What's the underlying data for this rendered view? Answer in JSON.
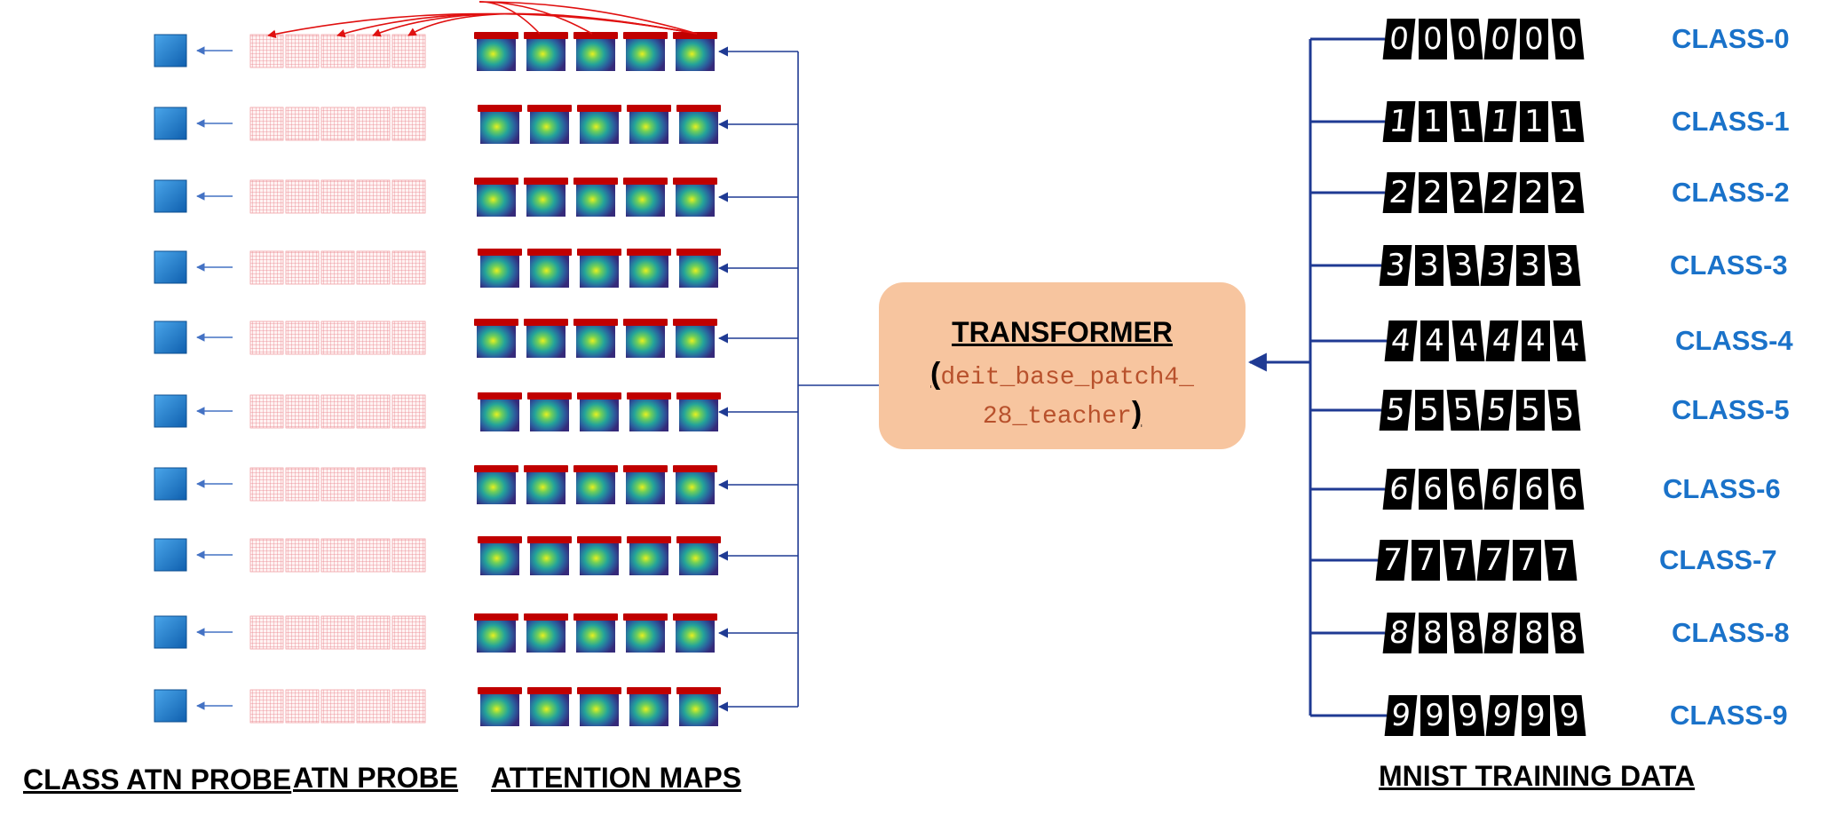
{
  "captions": {
    "class_atn_probe": "CLASS ATN PROBE",
    "atn_probe": "ATN PROBE",
    "attention_maps": "ATTENTION MAPS",
    "mnist_training_data": "MNIST TRAINING DATA"
  },
  "transformer": {
    "title": "TRANSFORMER",
    "model_line1": "deit_base_patch4_",
    "model_line2": "28_teacher",
    "open_paren": "(",
    "close_paren": ")"
  },
  "classes": [
    {
      "label": "CLASS-0",
      "digit": "0"
    },
    {
      "label": "CLASS-1",
      "digit": "1"
    },
    {
      "label": "CLASS-2",
      "digit": "2"
    },
    {
      "label": "CLASS-3",
      "digit": "3"
    },
    {
      "label": "CLASS-4",
      "digit": "4"
    },
    {
      "label": "CLASS-5",
      "digit": "5"
    },
    {
      "label": "CLASS-6",
      "digit": "6"
    },
    {
      "label": "CLASS-7",
      "digit": "7"
    },
    {
      "label": "CLASS-8",
      "digit": "8"
    },
    {
      "label": "CLASS-9",
      "digit": "9"
    }
  ],
  "samples_per_class": 6,
  "maps_per_row": 5,
  "colors": {
    "class_probe": "#1c7fd0",
    "probe_grid": "#e87979",
    "map_bar": "#c00000",
    "connector": "#1f3a93",
    "attention_curve": "#e01010"
  }
}
